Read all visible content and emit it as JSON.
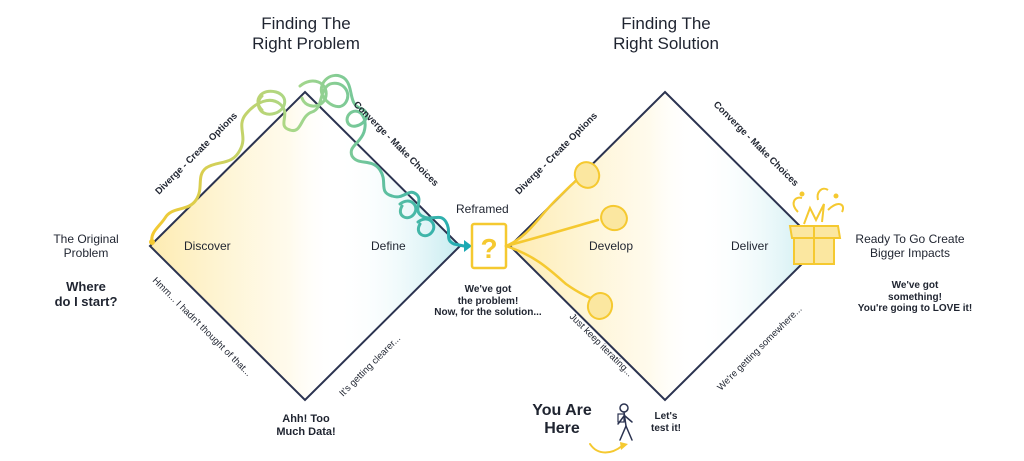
{
  "titles": {
    "problem_line1": "Finding The",
    "problem_line2": "Right Problem",
    "solution_line1": "Finding The",
    "solution_line2": "Right Solution"
  },
  "start": {
    "original_line1": "The Original",
    "original_line2": "Problem",
    "question_line1": "Where",
    "question_line2": "do I start?"
  },
  "diamond1": {
    "diverge": "Diverge - Create Options",
    "converge": "Converge - Make Choices",
    "discover": "Discover",
    "define": "Define",
    "hmm": "Hmm... I hadn't thought of that...",
    "clearer": "It's getting clearer...",
    "too_much_line1": "Ahh! Too",
    "too_much_line2": "Much Data!"
  },
  "middle": {
    "reframed": "Reframed",
    "question_mark": "?",
    "got_line1": "We've got",
    "got_line2": "the problem!",
    "got_line3": "Now, for the solution..."
  },
  "diamond2": {
    "diverge": "Diverge - Create Options",
    "converge": "Converge - Make Choices",
    "develop": "Develop",
    "deliver": "Deliver",
    "iterating": "Just keep iterating...",
    "somewhere": "We're getting somewhere...",
    "test_line1": "Let's",
    "test_line2": "test it!"
  },
  "end": {
    "ready_line1": "Ready To Go Create",
    "ready_line2": "Bigger Impacts",
    "something_line1": "We've got",
    "something_line2": "something!",
    "something_line3": "You're going to LOVE it!"
  },
  "you_are_here": {
    "line1": "You Are",
    "line2": "Here"
  },
  "colors": {
    "outline": "#2b3350",
    "yellow": "#f5c930",
    "pale_yellow": "#fbf0b8",
    "teal": "#1aa9b4",
    "green": "#8fcf8a",
    "cyan_fill": "#cfeef2"
  },
  "icons": [
    "lightbulb-icon",
    "gift-box-icon",
    "walking-person-icon",
    "question-mark-icon",
    "squiggle-line-icon"
  ]
}
